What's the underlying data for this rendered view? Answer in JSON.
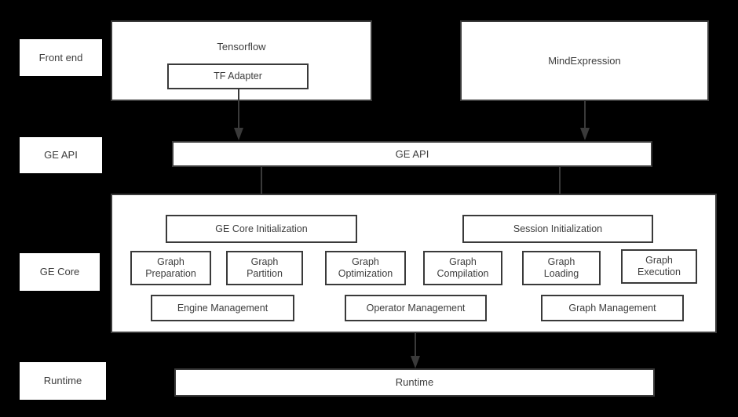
{
  "diagram": {
    "title": "GE architecture layered diagram",
    "background_color": "#000000",
    "box_fill_color": "#ffffff",
    "stroke_color": "#3a3a3a",
    "text_color": "#3d3d3d"
  },
  "stage_labels": [
    {
      "id": "front-end",
      "label": "Front end"
    },
    {
      "id": "ge-api",
      "label": "GE API"
    },
    {
      "id": "ge-core",
      "label": "GE Core"
    },
    {
      "id": "runtime",
      "label": "Runtime"
    }
  ],
  "front_end": {
    "tensorflow": {
      "title": "Tensorflow",
      "adapter": "TF Adapter"
    },
    "mindexpression": {
      "title": "MindExpression"
    }
  },
  "ge_api": {
    "label": "GE API"
  },
  "ge_core": {
    "init_boxes": [
      {
        "id": "ge-core-initialization",
        "label": "GE Core Initialization"
      },
      {
        "id": "session-initialization",
        "label": "Session Initialization"
      }
    ],
    "graph_boxes": [
      {
        "id": "graph-preparation",
        "line1": "Graph",
        "line2": "Preparation"
      },
      {
        "id": "graph-partition",
        "line1": "Graph",
        "line2": "Partition"
      },
      {
        "id": "graph-optimization",
        "line1": "Graph",
        "line2": "Optimization"
      },
      {
        "id": "graph-compilation",
        "line1": "Graph",
        "line2": "Compilation"
      },
      {
        "id": "graph-loading",
        "line1": "Graph",
        "line2": "Loading"
      },
      {
        "id": "graph-execution",
        "line1": "Graph",
        "line2": "Execution"
      }
    ],
    "management_boxes": [
      {
        "id": "engine-management",
        "label": "Engine Management"
      },
      {
        "id": "operator-management",
        "label": "Operator Management"
      },
      {
        "id": "graph-management",
        "label": "Graph Management"
      }
    ]
  },
  "runtime": {
    "label": "Runtime"
  },
  "connectors": [
    {
      "id": "tf-adapter-to-ge-api",
      "from": "TF Adapter",
      "to": "GE API"
    },
    {
      "id": "mindexpression-to-ge-api",
      "from": "MindExpression",
      "to": "GE API"
    },
    {
      "id": "ge-api-to-ge-core-initialization",
      "from": "GE API",
      "to": "GE Core Initialization"
    },
    {
      "id": "ge-api-to-session-initialization",
      "from": "GE API",
      "to": "Session Initialization"
    },
    {
      "id": "ge-core-to-runtime",
      "from": "GE Core",
      "to": "Runtime"
    }
  ]
}
